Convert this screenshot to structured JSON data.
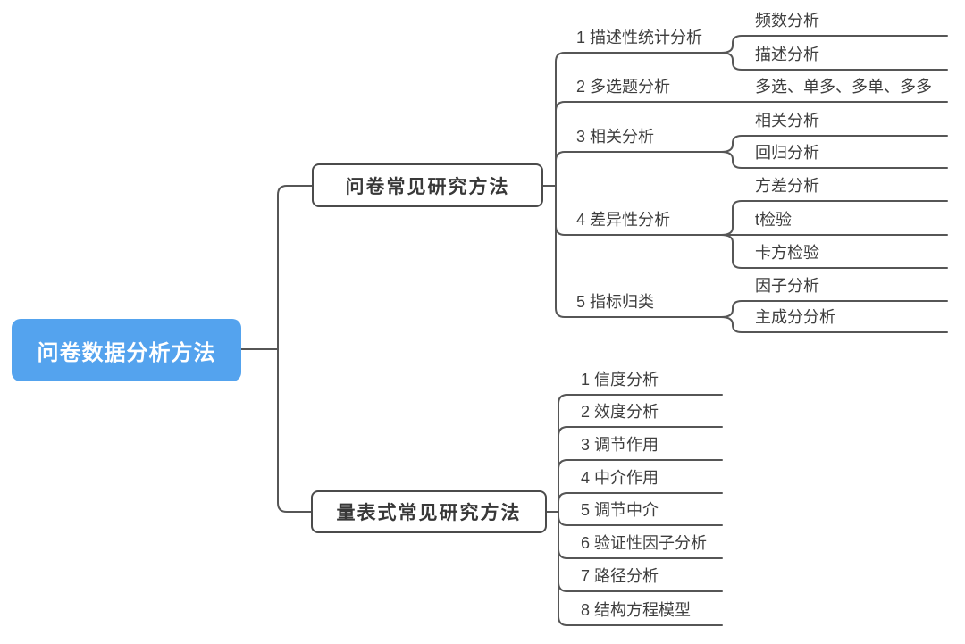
{
  "root": {
    "label": "问卷数据分析方法"
  },
  "branches": [
    {
      "label": "问卷常见研究方法",
      "children": [
        {
          "label": "1 描述性统计分析",
          "children": [
            {
              "label": "频数分析"
            },
            {
              "label": "描述分析"
            }
          ]
        },
        {
          "label": "2 多选题分析",
          "children": [
            {
              "label": "多选、单多、多单、多多"
            }
          ]
        },
        {
          "label": "3 相关分析",
          "children": [
            {
              "label": "相关分析"
            },
            {
              "label": "回归分析"
            }
          ]
        },
        {
          "label": "4 差异性分析",
          "children": [
            {
              "label": "方差分析"
            },
            {
              "label": "t检验"
            },
            {
              "label": "卡方检验"
            }
          ]
        },
        {
          "label": "5 指标归类",
          "children": [
            {
              "label": "因子分析"
            },
            {
              "label": "主成分分析"
            }
          ]
        }
      ]
    },
    {
      "label": "量表式常见研究方法",
      "children": [
        {
          "label": "1 信度分析",
          "children": []
        },
        {
          "label": "2 效度分析",
          "children": []
        },
        {
          "label": "3 调节作用",
          "children": []
        },
        {
          "label": "4 中介作用",
          "children": []
        },
        {
          "label": "5 调节中介",
          "children": []
        },
        {
          "label": "6 验证性因子分析",
          "children": []
        },
        {
          "label": "7 路径分析",
          "children": []
        },
        {
          "label": "8 结构方程模型",
          "children": []
        }
      ]
    }
  ],
  "colors": {
    "root_fill": "#54a3ee",
    "root_text": "#ffffff",
    "box_border": "#4b4b4b",
    "box_text": "#383838",
    "line": "#565656",
    "text": "#3e3e3e"
  }
}
